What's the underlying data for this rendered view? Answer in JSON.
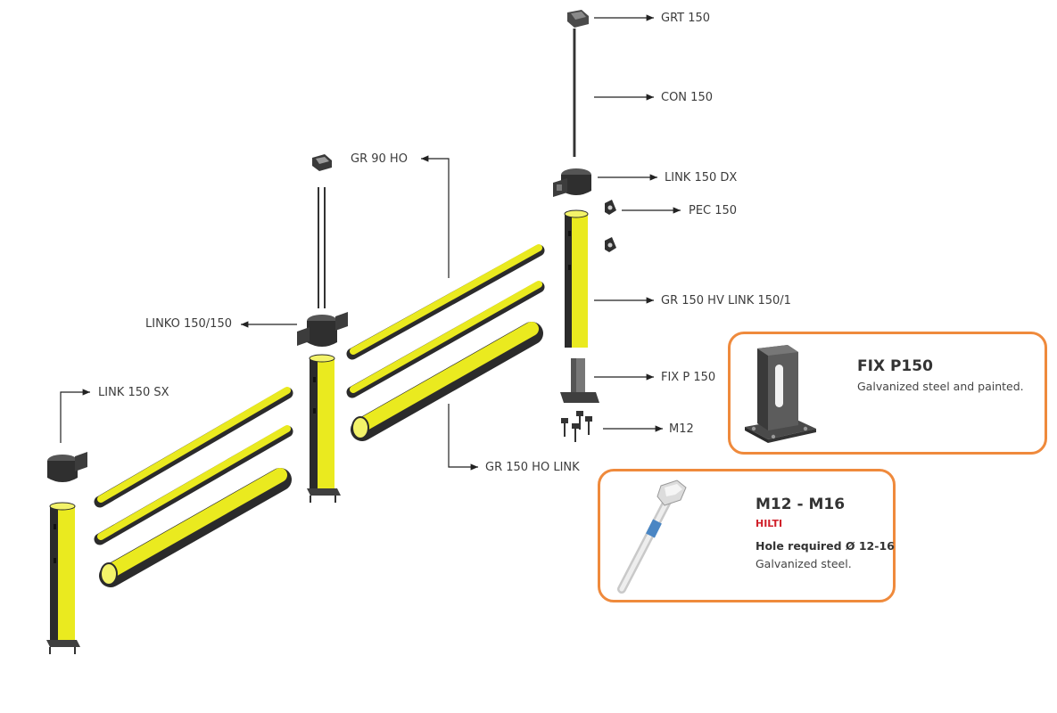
{
  "labels": {
    "grt150": "GRT 150",
    "con150": "CON 150",
    "link150dx": "LINK 150 DX",
    "pec150": "PEC 150",
    "gr90ho": "GR 90 HO",
    "gr150hvlink": "GR 150 HV LINK 150/1",
    "linko150": "LINKO 150/150",
    "fixp150": "FIX P 150",
    "m12": "M12",
    "link150sx": "LINK 150 SX",
    "gr150holink": "GR 150 HO LINK"
  },
  "cards": {
    "fix": {
      "title": "FIX P150",
      "desc": "Galvanized steel and painted."
    },
    "anchor": {
      "title": "M12 - M16",
      "brand": "HILTI",
      "sub": "Hole required Ø 12-16",
      "desc": "Galvanized steel."
    }
  },
  "colors": {
    "yellow": "#eaea1f",
    "dark": "#2b2b2b",
    "frame": "#ef8a3c",
    "brand": "#d0202a"
  }
}
